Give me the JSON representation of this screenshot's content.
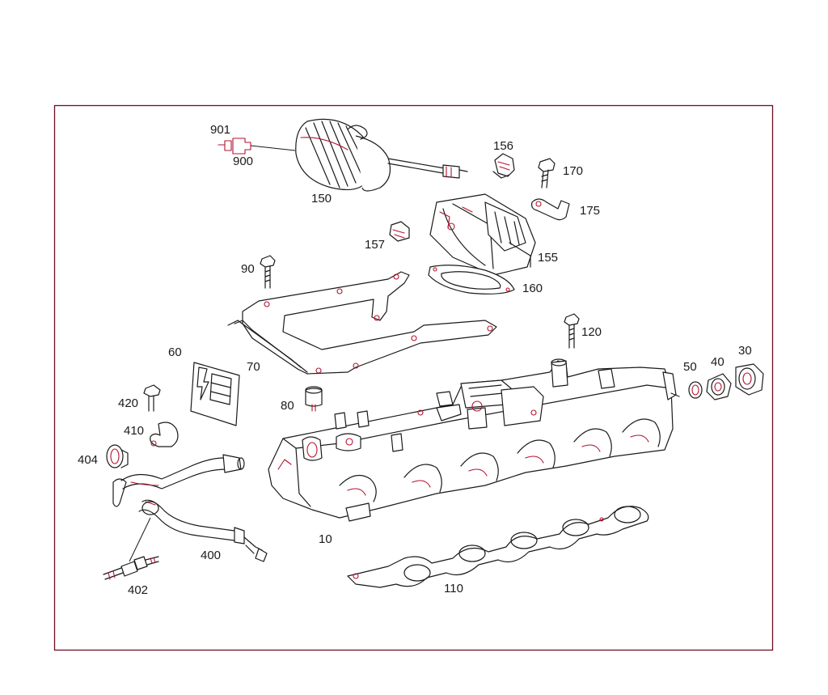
{
  "diagram": {
    "border_color": "#6b0f22",
    "line_color": "#1a1a1a",
    "accent_color": "#b3122f",
    "callouts": [
      {
        "id": "c901",
        "label": "901"
      },
      {
        "id": "c900",
        "label": "900"
      },
      {
        "id": "c150",
        "label": "150"
      },
      {
        "id": "c156",
        "label": "156"
      },
      {
        "id": "c170",
        "label": "170"
      },
      {
        "id": "c175",
        "label": "175"
      },
      {
        "id": "c157",
        "label": "157"
      },
      {
        "id": "c155",
        "label": "155"
      },
      {
        "id": "c160",
        "label": "160"
      },
      {
        "id": "c90",
        "label": "90"
      },
      {
        "id": "c120",
        "label": "120"
      },
      {
        "id": "c60",
        "label": "60"
      },
      {
        "id": "c70",
        "label": "70"
      },
      {
        "id": "c50",
        "label": "50"
      },
      {
        "id": "c40",
        "label": "40"
      },
      {
        "id": "c30",
        "label": "30"
      },
      {
        "id": "c420",
        "label": "420"
      },
      {
        "id": "c80",
        "label": "80"
      },
      {
        "id": "c410",
        "label": "410"
      },
      {
        "id": "c404",
        "label": "404"
      },
      {
        "id": "c400",
        "label": "400"
      },
      {
        "id": "c10",
        "label": "10"
      },
      {
        "id": "c402",
        "label": "402"
      },
      {
        "id": "c110",
        "label": "110"
      }
    ]
  }
}
